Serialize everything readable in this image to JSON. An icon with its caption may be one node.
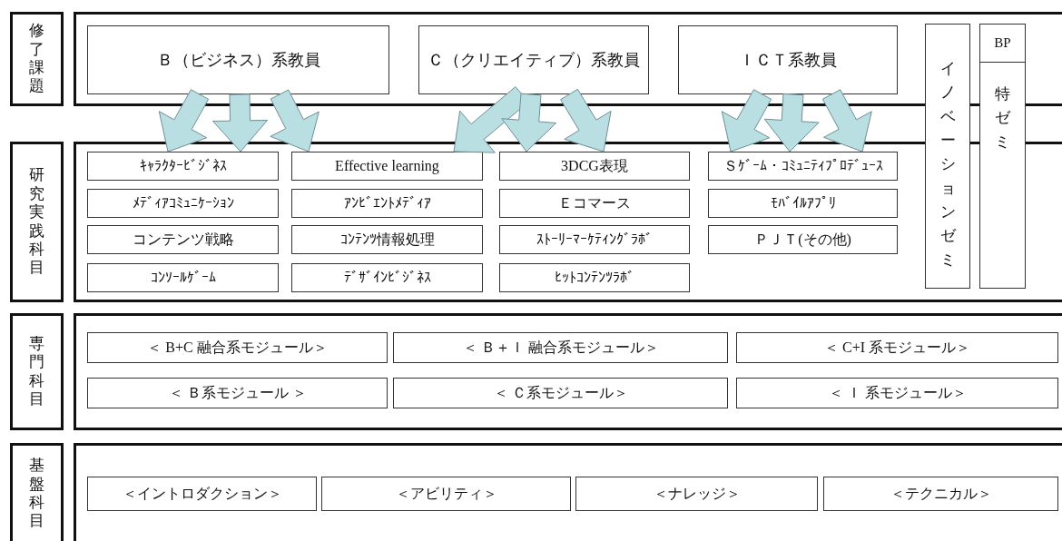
{
  "diagram": {
    "nodes": [
      {
        "text": [
          "修了課題"
        ]
      },
      {
        "text": [],
        "shape": "box"
      },
      {
        "text": [
          "Ｂ（ビジネス）系教員"
        ],
        "in": 1
      },
      {
        "text": [
          "Ｃ（クリエイティブ）系教員"
        ],
        "in": 1
      },
      {
        "text": [
          "ＩＣＴ系教員"
        ],
        "in": 1
      },
      {
        "text": [
          "イノベーションゼミ"
        ]
      },
      {
        "text": [
          "BP",
          "特ゼミ"
        ]
      },
      {
        "text": [
          "研究実践科目"
        ]
      },
      {
        "text": [],
        "shape": "box"
      },
      {
        "text": [
          "ｷｬﾗｸﾀｰﾋﾞｼﾞﾈｽ"
        ],
        "in": 8
      },
      {
        "text": [
          "Effective learning"
        ],
        "in": 8
      },
      {
        "text": [
          "3DCG表現"
        ],
        "in": 8
      },
      {
        "text": [
          "Ｓｹﾞｰﾑ・ｺﾐｭﾆﾃｨﾌﾟﾛﾃﾞｭｰｽ"
        ],
        "in": 8
      },
      {
        "text": [
          "ﾒﾃﾞｨｱｺﾐｭﾆｹｰｼｮﾝ"
        ],
        "in": 8
      },
      {
        "text": [
          "ｱﾝﾋﾞｴﾝﾄﾒﾃﾞｨｱ"
        ],
        "in": 8
      },
      {
        "text": [
          "Ｅコマース"
        ],
        "in": 8
      },
      {
        "text": [
          "ﾓﾊﾞｲﾙｱﾌﾟﾘ"
        ],
        "in": 8
      },
      {
        "text": [
          "コンテンツ戦略"
        ],
        "in": 8
      },
      {
        "text": [
          "ｺﾝﾃﾝﾂ情報処理"
        ],
        "in": 8
      },
      {
        "text": [
          "ｽﾄｰﾘｰﾏｰｹﾃｨﾝｸﾞﾗﾎﾞ"
        ],
        "in": 8
      },
      {
        "text": [
          "ＰＪＴ(その他)"
        ],
        "in": 8
      },
      {
        "text": [
          "ｺﾝｿｰﾙｹﾞｰﾑ"
        ],
        "in": 8
      },
      {
        "text": [
          "ﾃﾞｻﾞｲﾝﾋﾞｼﾞﾈｽ"
        ],
        "in": 8
      },
      {
        "text": [
          "ﾋｯﾄｺﾝﾃﾝﾂﾗﾎﾞ"
        ],
        "in": 8
      },
      {
        "text": [
          "専門科目"
        ]
      },
      {
        "text": [],
        "shape": "box"
      },
      {
        "text": [
          "＜ B+C 融合系モジュール＞"
        ],
        "in": 25
      },
      {
        "text": [
          "＜ Ｂ＋Ｉ 融合系モジュール＞"
        ],
        "in": 25
      },
      {
        "text": [
          "＜ C+I 系モジュール＞"
        ],
        "in": 25
      },
      {
        "text": [
          "＜ Ｂ系モジュール ＞"
        ],
        "in": 25
      },
      {
        "text": [
          "＜ Ｃ系モジュール＞"
        ],
        "in": 25
      },
      {
        "text": [
          "＜ Ｉ 系モジュール＞"
        ],
        "in": 25
      },
      {
        "text": [
          "基盤科目"
        ]
      },
      {
        "text": [],
        "shape": "box"
      },
      {
        "text": [
          "＜イントロダクション＞"
        ],
        "in": 33
      },
      {
        "text": [
          "＜アビリティ＞"
        ],
        "in": 33
      },
      {
        "text": [
          "＜ナレッジ＞"
        ],
        "in": 33
      },
      {
        "text": [
          "＜テクニカル＞"
        ],
        "in": 33
      }
    ],
    "edges": [
      {
        "from": 2,
        "to": 9,
        "arrow": "to"
      },
      {
        "from": 2,
        "to": 9,
        "arrow": "to"
      },
      {
        "from": 2,
        "to": 10,
        "arrow": "to"
      },
      {
        "from": 3,
        "to": 10,
        "arrow": "to"
      },
      {
        "from": 3,
        "to": 11,
        "arrow": "to"
      },
      {
        "from": 3,
        "to": 11,
        "arrow": "to"
      },
      {
        "from": 4,
        "to": 12,
        "arrow": "to"
      },
      {
        "from": 4,
        "to": 12,
        "arrow": "to"
      },
      {
        "from": 4,
        "to": 12,
        "arrow": "to"
      }
    ]
  }
}
